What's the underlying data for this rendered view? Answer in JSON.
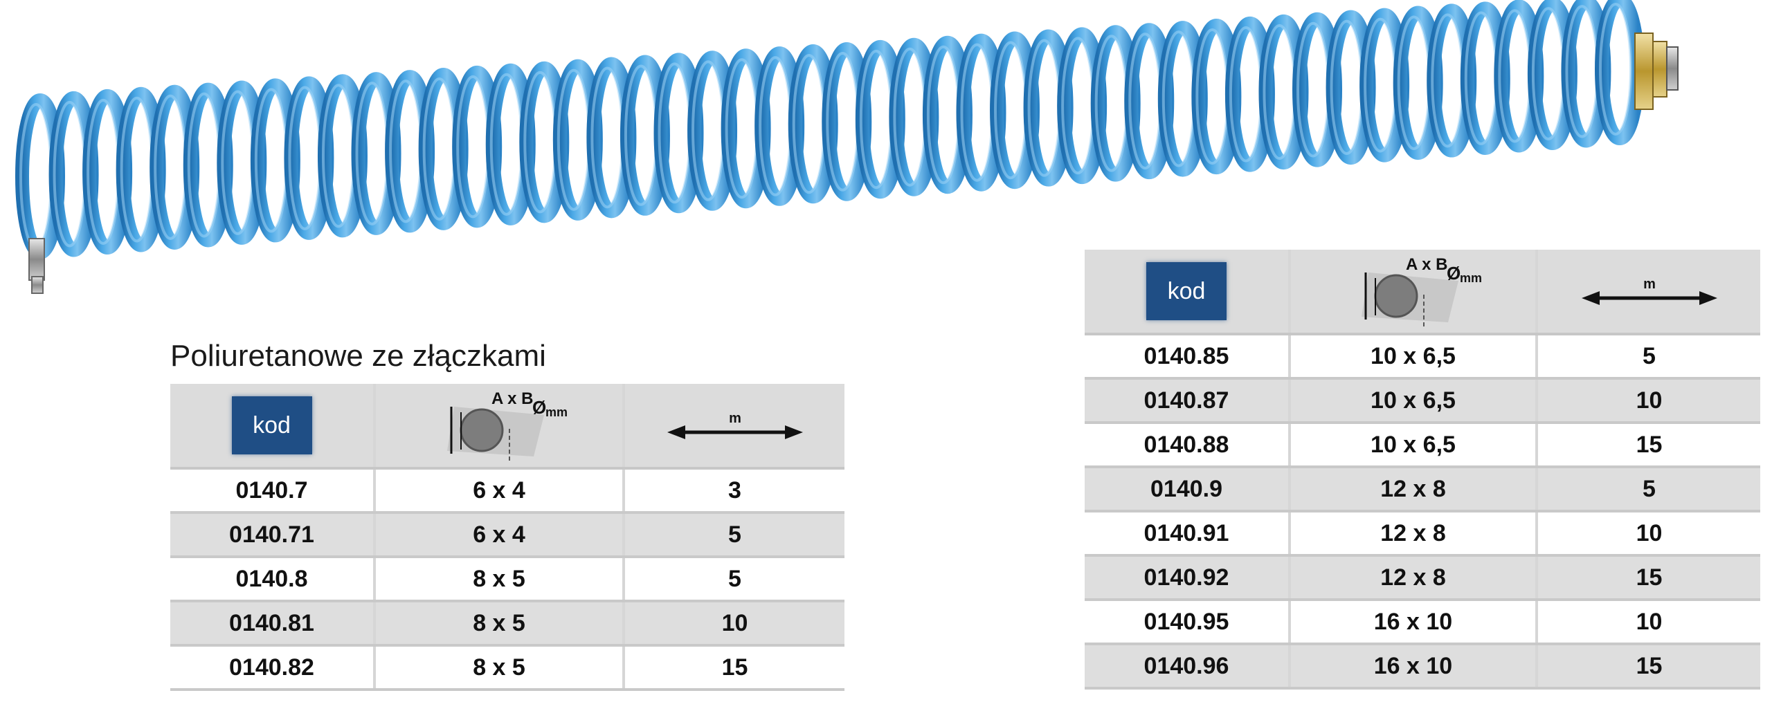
{
  "title": "Poliuretanowe ze złączkami",
  "colors": {
    "hose": "#3a9ad8",
    "hose_dark": "#1f6fb0",
    "badge": "#1f4e85",
    "header_bg": "#dcdcdc",
    "alt_row": "#dedede"
  },
  "headers": {
    "kod": "kod",
    "dimension_label": "A x B",
    "diameter_label": "Ø",
    "diameter_unit": "mm",
    "length_unit": "m"
  },
  "table_left": [
    [
      "0140.7",
      "6 x 4",
      "3"
    ],
    [
      "0140.71",
      "6 x 4",
      "5"
    ],
    [
      "0140.8",
      "8 x 5",
      "5"
    ],
    [
      "0140.81",
      "8 x 5",
      "10"
    ],
    [
      "0140.82",
      "8 x 5",
      "15"
    ]
  ],
  "table_right": [
    [
      "0140.85",
      "10 x 6,5",
      "5"
    ],
    [
      "0140.87",
      "10 x 6,5",
      "10"
    ],
    [
      "0140.88",
      "10 x 6,5",
      "15"
    ],
    [
      "0140.9",
      "12 x 8",
      "5"
    ],
    [
      "0140.91",
      "12 x 8",
      "10"
    ],
    [
      "0140.92",
      "12 x 8",
      "15"
    ],
    [
      "0140.95",
      "16 x 10",
      "10"
    ],
    [
      "0140.96",
      "16 x 10",
      "15"
    ]
  ],
  "icons": [
    "spiral-hose-image",
    "cross-section-icon",
    "double-arrow-icon"
  ]
}
